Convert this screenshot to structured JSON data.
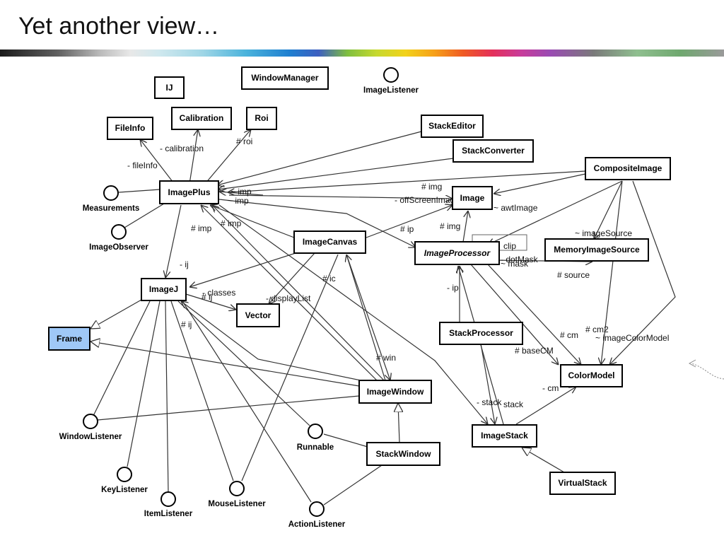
{
  "title": "Yet another view…",
  "classes": {
    "ij": "IJ",
    "windowmanager": "WindowManager",
    "calibration": "Calibration",
    "roi": "Roi",
    "fileinfo": "FileInfo",
    "stackeditor": "StackEditor",
    "stackconverter": "StackConverter",
    "compositeimage": "CompositeImage",
    "imageplus": "ImagePlus",
    "image": "Image",
    "imagecanvas": "ImageCanvas",
    "imageprocessor": "ImageProcessor",
    "memoryimagesource": "MemoryImageSource",
    "imagej": "ImageJ",
    "vector": "Vector",
    "frame": "Frame",
    "stackprocessor": "StackProcessor",
    "colormodel": "ColorModel",
    "imagewindow": "ImageWindow",
    "stackwindow": "StackWindow",
    "imagestack": "ImageStack",
    "virtualstack": "VirtualStack"
  },
  "interfaces": {
    "imagelistener": "ImageListener",
    "measurements": "Measurements",
    "imageobserver": "ImageObserver",
    "windowlistener": "WindowListener",
    "keylistener": "KeyListener",
    "itemlistener": "ItemListener",
    "mouselistener": "MouseListener",
    "runnable": "Runnable",
    "actionlistener": "ActionListener"
  },
  "labels": {
    "calibration": "- calibration",
    "fileinfo": "- fileInfo",
    "roi": "# roi",
    "imp1": "~ imp",
    "imp2": "~ imp",
    "img1": "# img",
    "offscreen": "- offScreenImage",
    "awtimage": "~ awtImage",
    "imp3": "# imp",
    "imp4": "# imp",
    "ip": "# ip",
    "img2": "# img",
    "ij1": "- ij",
    "classes": "- classes",
    "ij2": "# ij",
    "displaylist": "- displayList",
    "ic": "# ic",
    "ij3": "# ij",
    "clip": "clip",
    "dotmask": "- dotMask",
    "mask": "~ mask",
    "imagesource": "~ imageSource",
    "source": "# source",
    "ip2": "- ip",
    "cm": "# cm",
    "cm2": "# cm2",
    "imagecolormodel": "~ imageColorModel",
    "basecm": "# baseCM",
    "win": "# win",
    "cm3": "- cm",
    "stack1": "- stack",
    "stack2": "stack"
  }
}
